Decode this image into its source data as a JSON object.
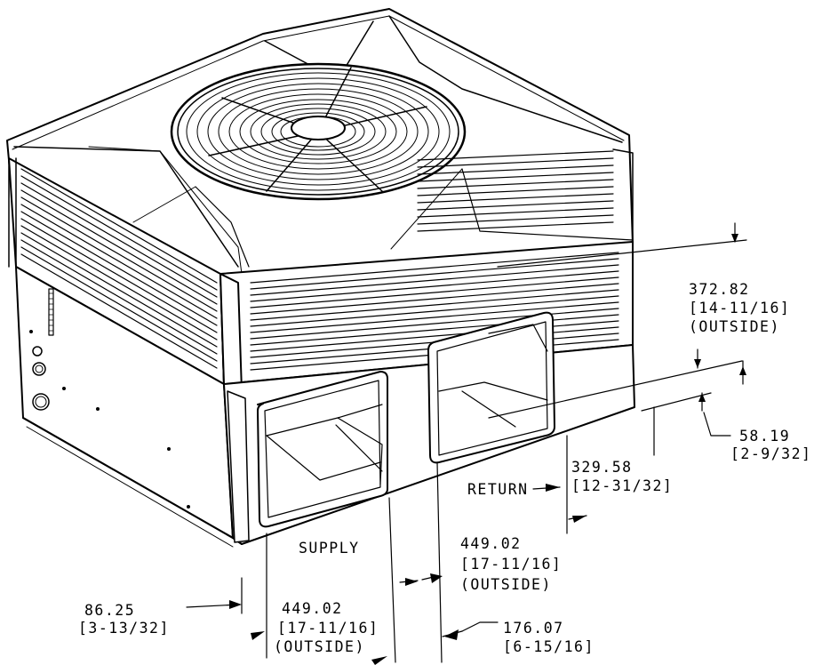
{
  "dimensions": {
    "height_outside": {
      "mm": "372.82",
      "inch": "[14-11/16]",
      "note": "(OUTSIDE)"
    },
    "base_offset": {
      "mm": "58.19",
      "inch": "[2-9/32]"
    },
    "return_height": {
      "mm": "329.58",
      "inch": "[12-31/32]"
    },
    "return_width": {
      "mm": "449.02",
      "inch": "[17-11/16]",
      "note": "(OUTSIDE)"
    },
    "supply_offset": {
      "mm": "86.25",
      "inch": "[3-13/32]"
    },
    "supply_width": {
      "mm": "449.02",
      "inch": "[17-11/16]",
      "note": "(OUTSIDE)"
    },
    "opening_gap": {
      "mm": "176.07",
      "inch": "[6-15/16]"
    }
  },
  "labels": {
    "return": "RETURN",
    "supply": "SUPPLY"
  }
}
